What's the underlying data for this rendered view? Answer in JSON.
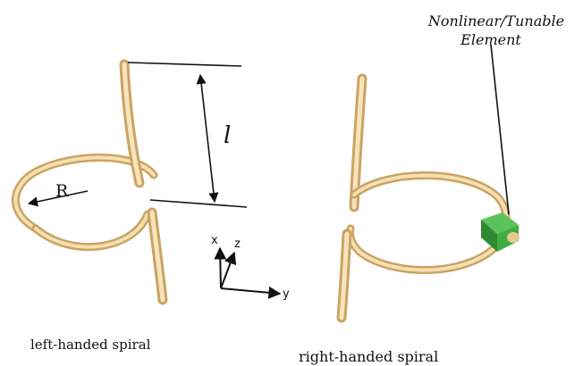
{
  "labels": {
    "element_line1": "Nonlinear/Tunable",
    "element_line2": "Element",
    "length": "l",
    "radius": "R",
    "axis_x": "x",
    "axis_y": "y",
    "axis_z": "z",
    "left_caption": "left-handed spiral",
    "right_caption": "right-handed spiral"
  },
  "colors": {
    "wire": "#f2d7a0",
    "wire_shade": "#d9b97a",
    "element": "#3fae3f",
    "element_dark": "#1f7a24"
  }
}
